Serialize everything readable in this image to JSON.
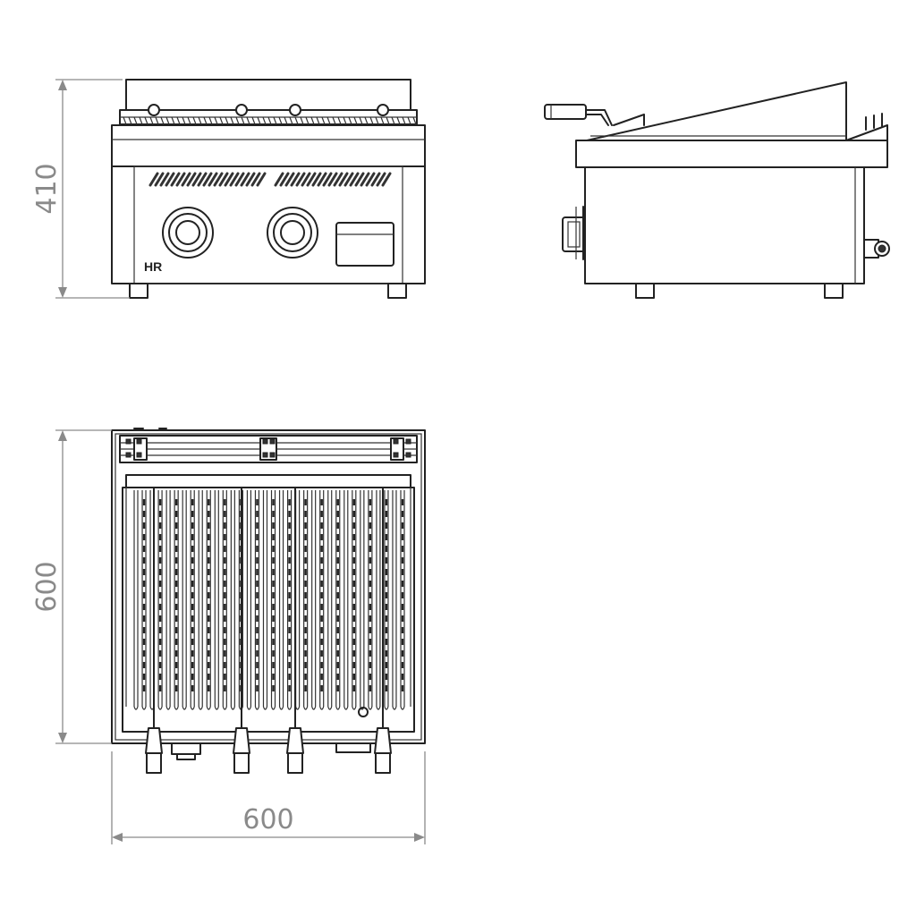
{
  "dimensions": {
    "height": "410",
    "depth": "600",
    "width": "600"
  },
  "front_view": {
    "logo_text": "HR",
    "knob_count": 2
  },
  "top_view": {
    "grill_bar_count": 34,
    "handle_count": 4
  },
  "colors": {
    "line": "#222222",
    "dimension": "#8a8a8a",
    "background": "#ffffff"
  }
}
